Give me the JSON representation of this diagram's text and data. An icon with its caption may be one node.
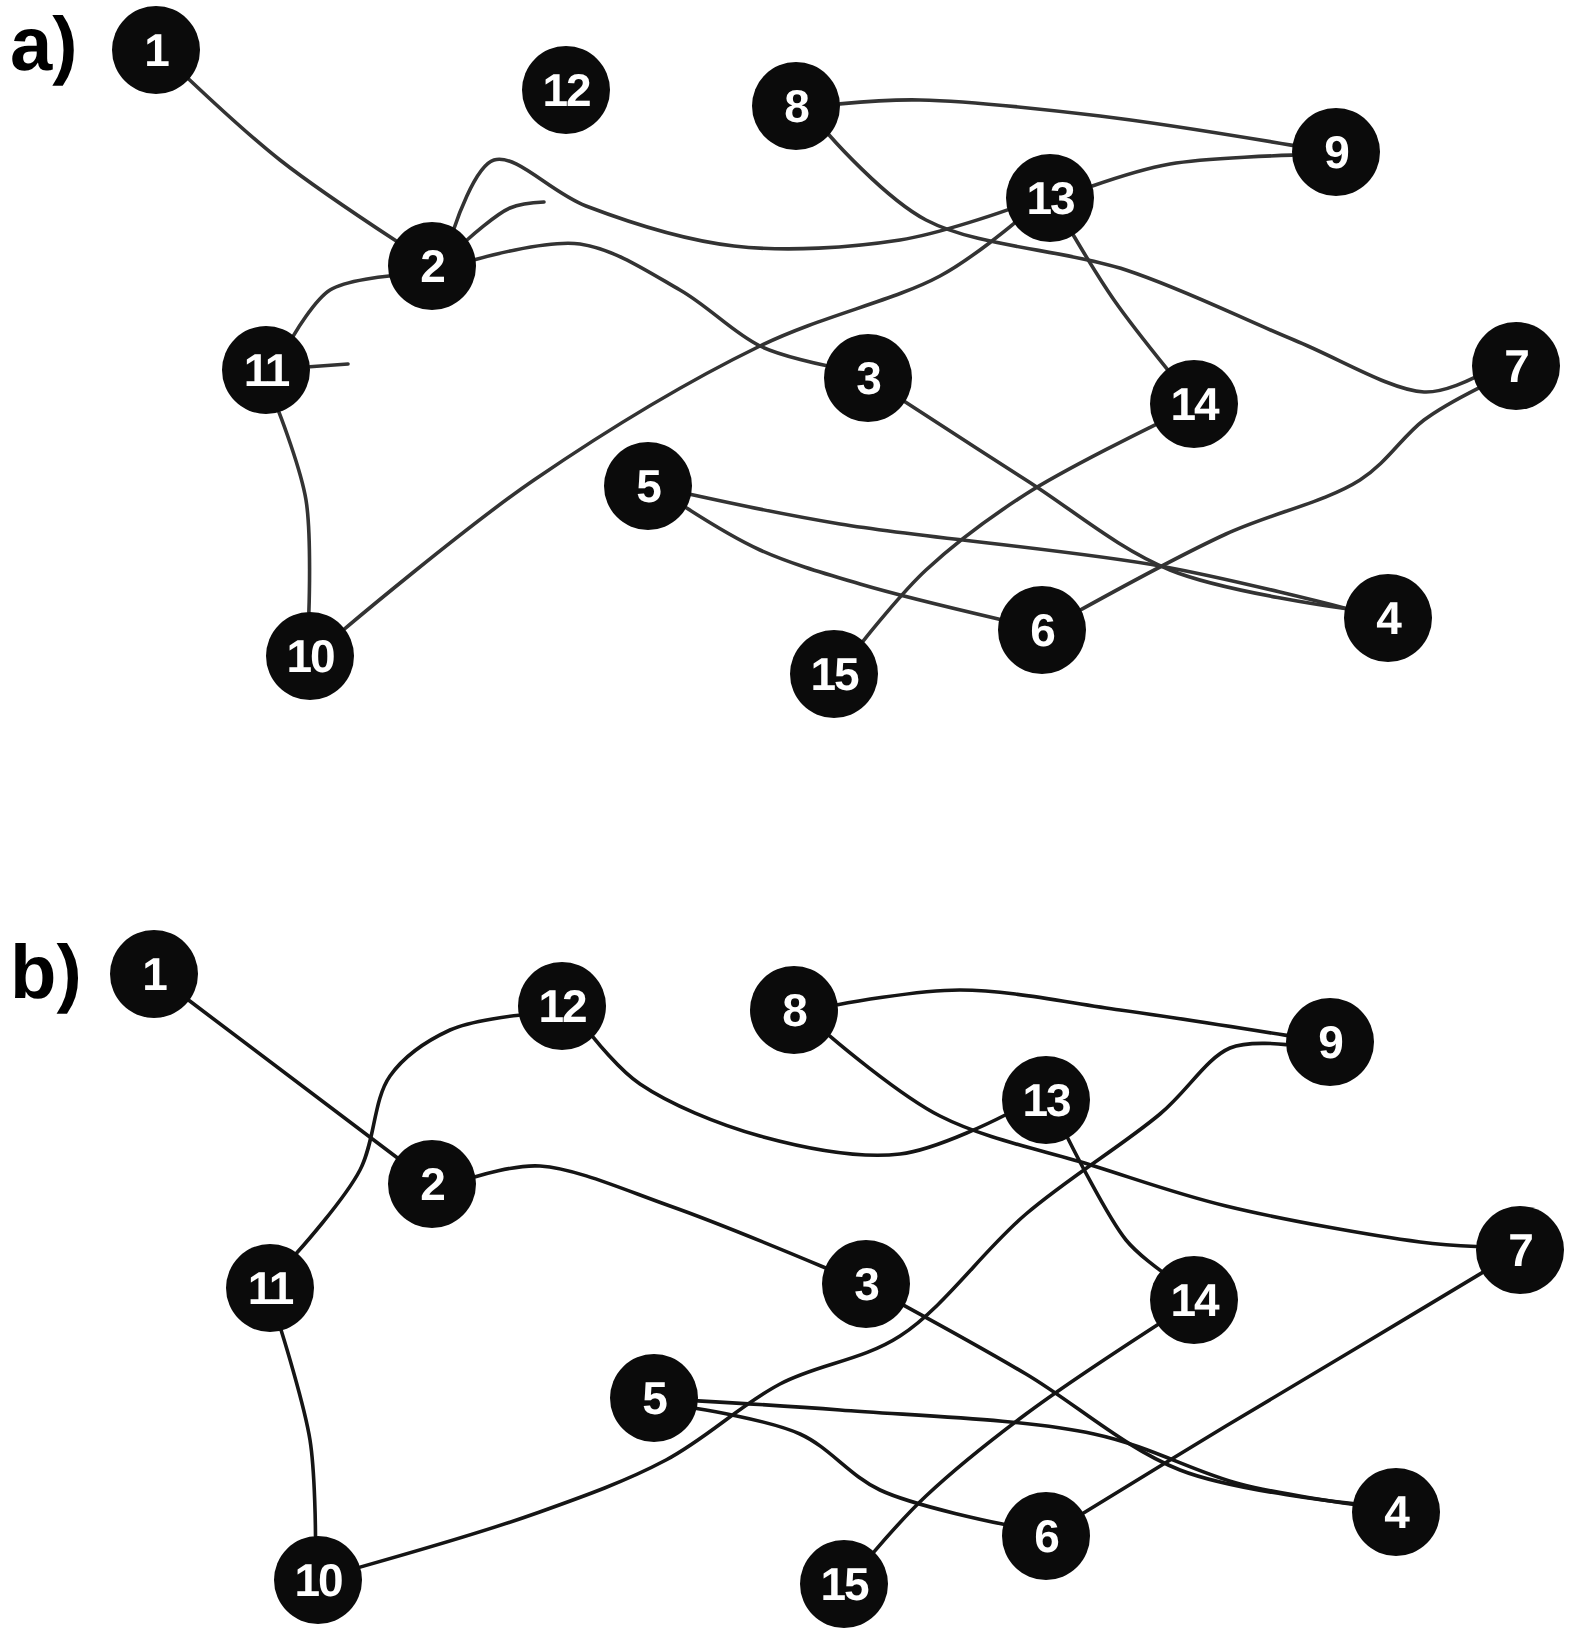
{
  "diagram": {
    "nodes": [
      {
        "text": [
          "1"
        ]
      },
      {
        "text": [
          "2"
        ]
      },
      {
        "text": [
          "3"
        ]
      },
      {
        "text": [
          "4"
        ]
      },
      {
        "text": [
          "5"
        ]
      },
      {
        "text": [
          "6"
        ]
      },
      {
        "text": [
          "7"
        ]
      },
      {
        "text": [
          "8"
        ]
      },
      {
        "text": [
          "9"
        ]
      },
      {
        "text": [
          "10"
        ]
      },
      {
        "text": [
          "11"
        ]
      },
      {
        "text": [
          "12"
        ]
      },
      {
        "text": [
          "13"
        ]
      },
      {
        "text": [
          "14"
        ]
      },
      {
        "text": [
          "15"
        ]
      },
      {
        "text": [
          "1"
        ]
      },
      {
        "text": [
          "2"
        ]
      },
      {
        "text": [
          "3"
        ]
      },
      {
        "text": [
          "4"
        ]
      },
      {
        "text": [
          "5"
        ]
      },
      {
        "text": [
          "6"
        ]
      },
      {
        "text": [
          "7"
        ]
      },
      {
        "text": [
          "8"
        ]
      },
      {
        "text": [
          "9"
        ]
      },
      {
        "text": [
          "10"
        ]
      },
      {
        "text": [
          "11"
        ]
      },
      {
        "text": [
          "12"
        ]
      },
      {
        "text": [
          "13"
        ]
      },
      {
        "text": [
          "14"
        ]
      },
      {
        "text": [
          "15"
        ]
      }
    ],
    "edges": [
      {
        "from": 0,
        "to": 1,
        "arrow": "none"
      },
      {
        "from": 1,
        "to": 10,
        "arrow": "none"
      },
      {
        "from": 10,
        "to": 9,
        "arrow": "none"
      },
      {
        "from": 9,
        "to": 12,
        "arrow": "none"
      },
      {
        "from": 12,
        "to": 8,
        "arrow": "none"
      },
      {
        "from": 8,
        "to": 7,
        "arrow": "none"
      },
      {
        "from": 7,
        "to": 6,
        "arrow": "none"
      },
      {
        "from": 6,
        "to": 5,
        "arrow": "none"
      },
      {
        "from": 5,
        "to": 4,
        "arrow": "none"
      },
      {
        "from": 4,
        "to": 3,
        "arrow": "none"
      },
      {
        "from": 3,
        "to": 2,
        "arrow": "none"
      },
      {
        "from": 2,
        "to": 1,
        "arrow": "none"
      },
      {
        "from": 1,
        "to": 12,
        "arrow": "none"
      },
      {
        "from": 12,
        "to": 13,
        "arrow": "none"
      },
      {
        "from": 13,
        "to": 14,
        "arrow": "none"
      },
      {
        "from": 1,
        "to": null,
        "arrow": "none"
      },
      {
        "from": 10,
        "to": null,
        "arrow": "none"
      },
      {
        "from": 15,
        "to": 16,
        "arrow": "none"
      },
      {
        "from": 16,
        "to": 17,
        "arrow": "none"
      },
      {
        "from": 17,
        "to": 18,
        "arrow": "none"
      },
      {
        "from": 18,
        "to": 19,
        "arrow": "none"
      },
      {
        "from": 19,
        "to": 20,
        "arrow": "none"
      },
      {
        "from": 20,
        "to": 21,
        "arrow": "none"
      },
      {
        "from": 21,
        "to": 22,
        "arrow": "none"
      },
      {
        "from": 22,
        "to": 23,
        "arrow": "none"
      },
      {
        "from": 23,
        "to": 24,
        "arrow": "none"
      },
      {
        "from": 24,
        "to": 25,
        "arrow": "none"
      },
      {
        "from": 25,
        "to": 26,
        "arrow": "none"
      },
      {
        "from": 26,
        "to": 27,
        "arrow": "none"
      },
      {
        "from": 27,
        "to": 28,
        "arrow": "none"
      },
      {
        "from": 28,
        "to": 29,
        "arrow": "none"
      }
    ],
    "labels": [
      "a)",
      "b)"
    ]
  }
}
